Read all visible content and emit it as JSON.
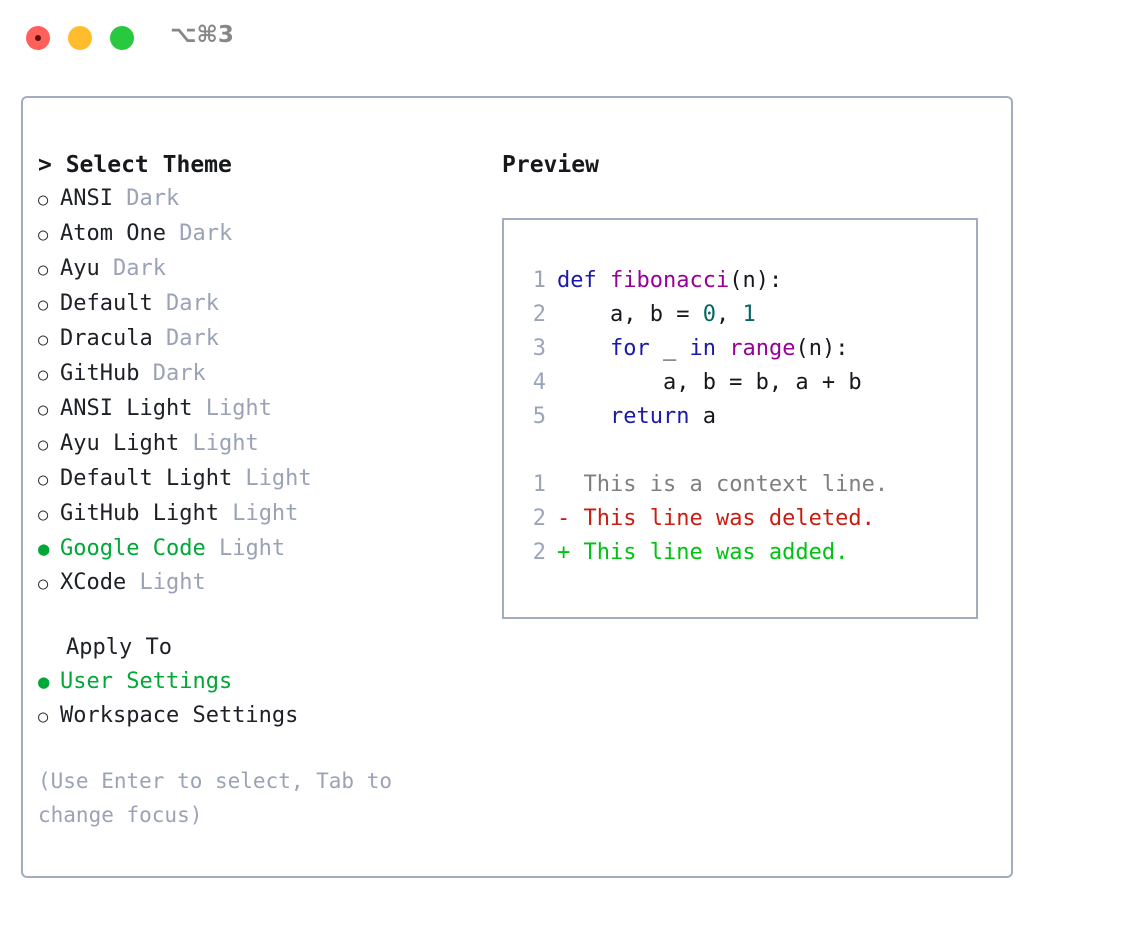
{
  "titlebar": {
    "shortcut": "⌥⌘3",
    "buttons": [
      {
        "name": "close",
        "color": "#ff6059"
      },
      {
        "name": "minimize",
        "color": "#ffbd2e"
      },
      {
        "name": "zoom",
        "color": "#28c93f"
      }
    ]
  },
  "theme_picker": {
    "heading": "> Select Theme",
    "marker_unselected": "○",
    "marker_selected": "●",
    "selected_theme": "Google Code",
    "accent_color": "#00a838",
    "items": [
      {
        "label": "ANSI",
        "kind": "Dark",
        "selected": false
      },
      {
        "label": "Atom One",
        "kind": "Dark",
        "selected": false
      },
      {
        "label": "Ayu",
        "kind": "Dark",
        "selected": false
      },
      {
        "label": "Default",
        "kind": "Dark",
        "selected": false
      },
      {
        "label": "Dracula",
        "kind": "Dark",
        "selected": false
      },
      {
        "label": "GitHub",
        "kind": "Dark",
        "selected": false
      },
      {
        "label": "ANSI Light",
        "kind": "Light",
        "selected": false
      },
      {
        "label": "Ayu Light",
        "kind": "Light",
        "selected": false
      },
      {
        "label": "Default Light",
        "kind": "Light",
        "selected": false
      },
      {
        "label": "GitHub Light",
        "kind": "Light",
        "selected": false
      },
      {
        "label": "Google Code",
        "kind": "Light",
        "selected": true
      },
      {
        "label": "XCode",
        "kind": "Light",
        "selected": false
      }
    ]
  },
  "apply_to": {
    "title": "Apply To",
    "items": [
      {
        "label": "User Settings",
        "selected": true
      },
      {
        "label": "Workspace Settings",
        "selected": false
      }
    ]
  },
  "hint": "(Use Enter to select, Tab to change focus)",
  "preview": {
    "title": "Preview",
    "code_lines": [
      {
        "number": "1",
        "tokens": [
          {
            "text": "def ",
            "type": "kw"
          },
          {
            "text": "fibonacci",
            "type": "fn"
          },
          {
            "text": "(n):",
            "type": "txt"
          }
        ]
      },
      {
        "number": "2",
        "tokens": [
          {
            "text": "    a, b = ",
            "type": "txt"
          },
          {
            "text": "0",
            "type": "num"
          },
          {
            "text": ", ",
            "type": "txt"
          },
          {
            "text": "1",
            "type": "num"
          }
        ]
      },
      {
        "number": "3",
        "tokens": [
          {
            "text": "    ",
            "type": "txt"
          },
          {
            "text": "for",
            "type": "kw"
          },
          {
            "text": " _ ",
            "type": "txt"
          },
          {
            "text": "in",
            "type": "kw"
          },
          {
            "text": " ",
            "type": "txt"
          },
          {
            "text": "range",
            "type": "fn"
          },
          {
            "text": "(n):",
            "type": "txt"
          }
        ]
      },
      {
        "number": "4",
        "tokens": [
          {
            "text": "        a, b = b, a + b",
            "type": "txt"
          }
        ]
      },
      {
        "number": "5",
        "tokens": [
          {
            "text": "    ",
            "type": "txt"
          },
          {
            "text": "return",
            "type": "kw"
          },
          {
            "text": " a",
            "type": "txt"
          }
        ]
      }
    ],
    "diff_lines": [
      {
        "number": "1",
        "sign": " ",
        "text": " This is a context line.",
        "type": "ctx"
      },
      {
        "number": "2",
        "sign": "-",
        "text": " This line was deleted.",
        "type": "del"
      },
      {
        "number": "2",
        "sign": "+",
        "text": " This line was added.",
        "type": "add"
      }
    ]
  }
}
